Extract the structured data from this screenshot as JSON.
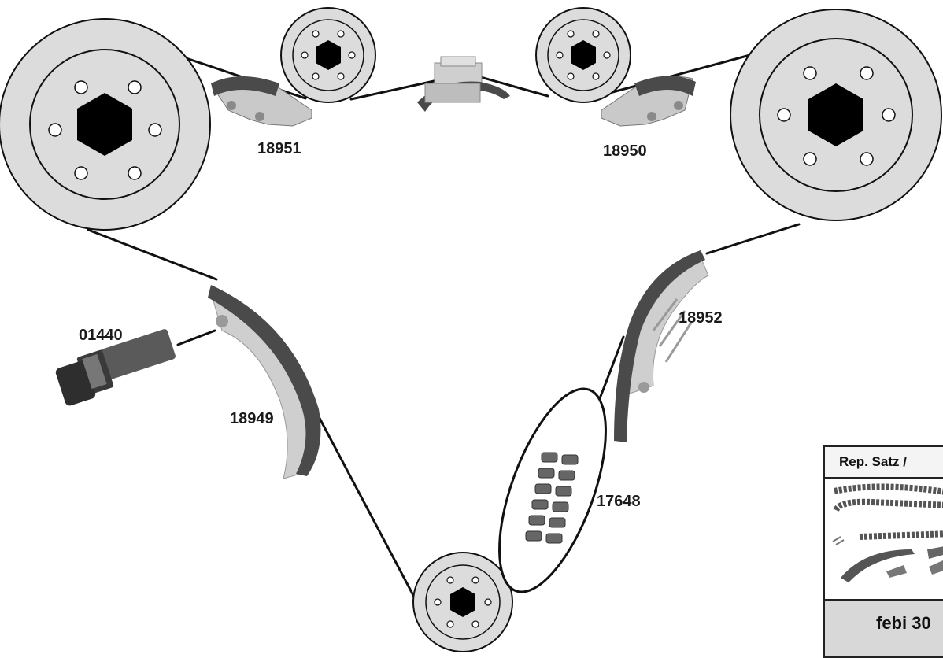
{
  "labels": {
    "p18951": "18951",
    "p18950": "18950",
    "p01440": "01440",
    "p18949": "18949",
    "p18952": "18952",
    "p17648": "17648"
  },
  "kit": {
    "header": "Rep. Satz /",
    "footer": "febi 30"
  },
  "colors": {
    "pulley_fill": "#dcdcdc",
    "hub": "#000000",
    "chain_line": "#111111",
    "guide_dark": "#4a4a4a",
    "guide_light": "#bdbdbd",
    "kit_footer_bg": "#d8d8d8"
  }
}
